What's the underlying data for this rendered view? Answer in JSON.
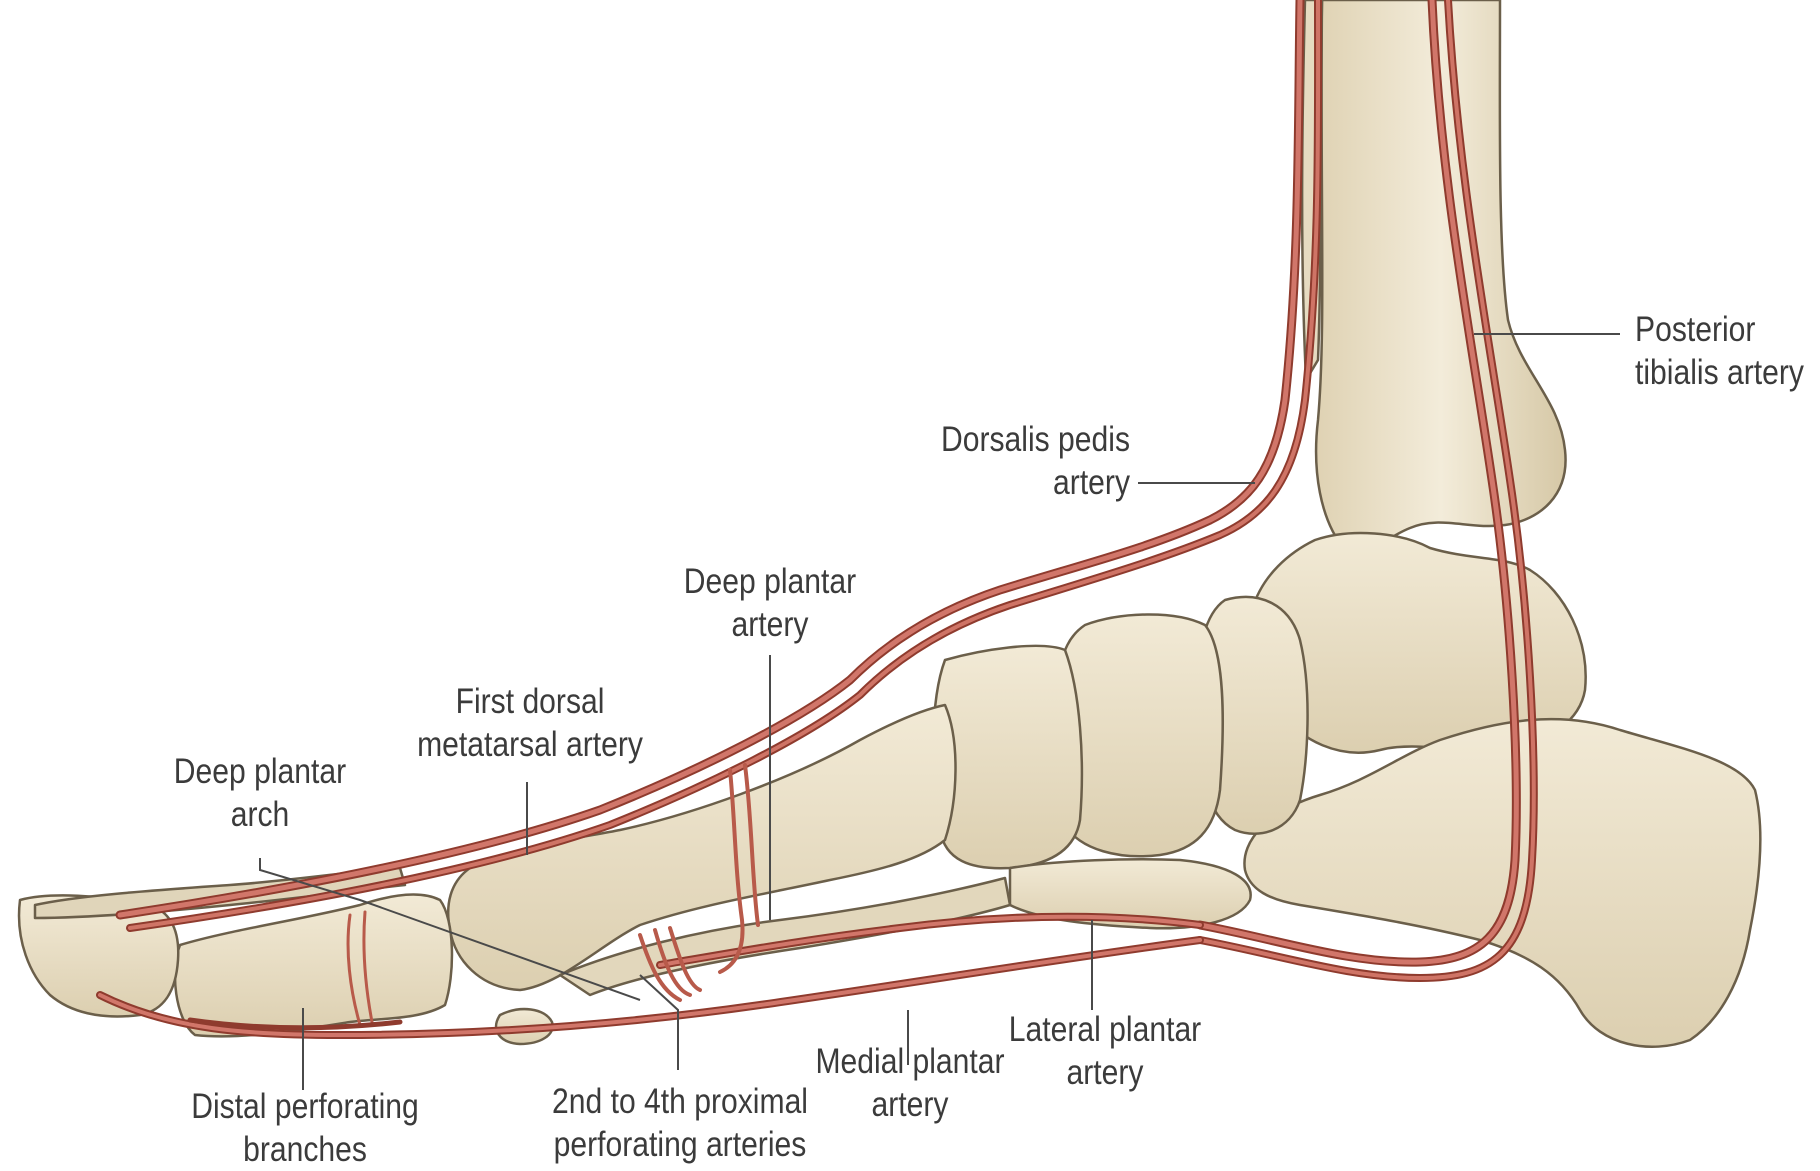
{
  "labels": {
    "posterior_tibialis": {
      "line1": "Posterior",
      "line2": "tibialis artery"
    },
    "dorsalis_pedis": {
      "line1": "Dorsalis pedis",
      "line2": "artery"
    },
    "deep_plantar_artery": {
      "line1": "Deep plantar",
      "line2": "artery"
    },
    "first_dorsal_metatarsal": {
      "line1": "First dorsal",
      "line2": "metatarsal artery"
    },
    "deep_plantar_arch": {
      "line1": "Deep plantar",
      "line2": "arch"
    },
    "distal_perforating": {
      "line1": "Distal perforating",
      "line2": "branches"
    },
    "proximal_perforating": {
      "line1": "2nd to 4th proximal",
      "line2": "perforating arteries"
    },
    "medial_plantar": {
      "line1": "Medial plantar",
      "line2": "artery"
    },
    "lateral_plantar": {
      "line1": "Lateral plantar",
      "line2": "artery"
    }
  },
  "colors": {
    "bone_fill": "#e9e0c8",
    "bone_shade": "#d4c6a3",
    "bone_outline": "#6b5f4a",
    "artery": "#c4614f",
    "artery_dark": "#8f3b2e",
    "leader": "#4a4a4a"
  }
}
